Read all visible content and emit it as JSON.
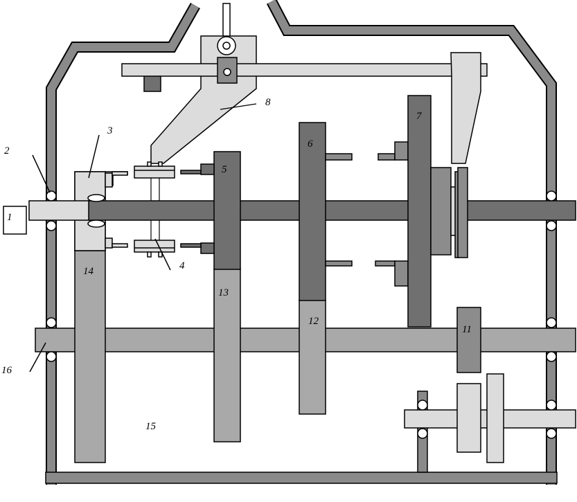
{
  "diagram": {
    "colors": {
      "frame": "#8a8a8a",
      "dark": "#707070",
      "mid": "#8c8c8c",
      "light": "#a9a9a9",
      "pale": "#dcdcdc",
      "outline": "#000000",
      "background": "#ffffff"
    },
    "labels": {
      "input_box": "1",
      "bearing": "2",
      "part3": "3",
      "part4": "4",
      "gear5": "5",
      "gear6": "6",
      "gear7": "7",
      "fork8": "8",
      "gear11": "11",
      "gear12": "12",
      "gear13": "13",
      "gear14": "14",
      "housing15": "15",
      "shaft16": "16"
    }
  }
}
